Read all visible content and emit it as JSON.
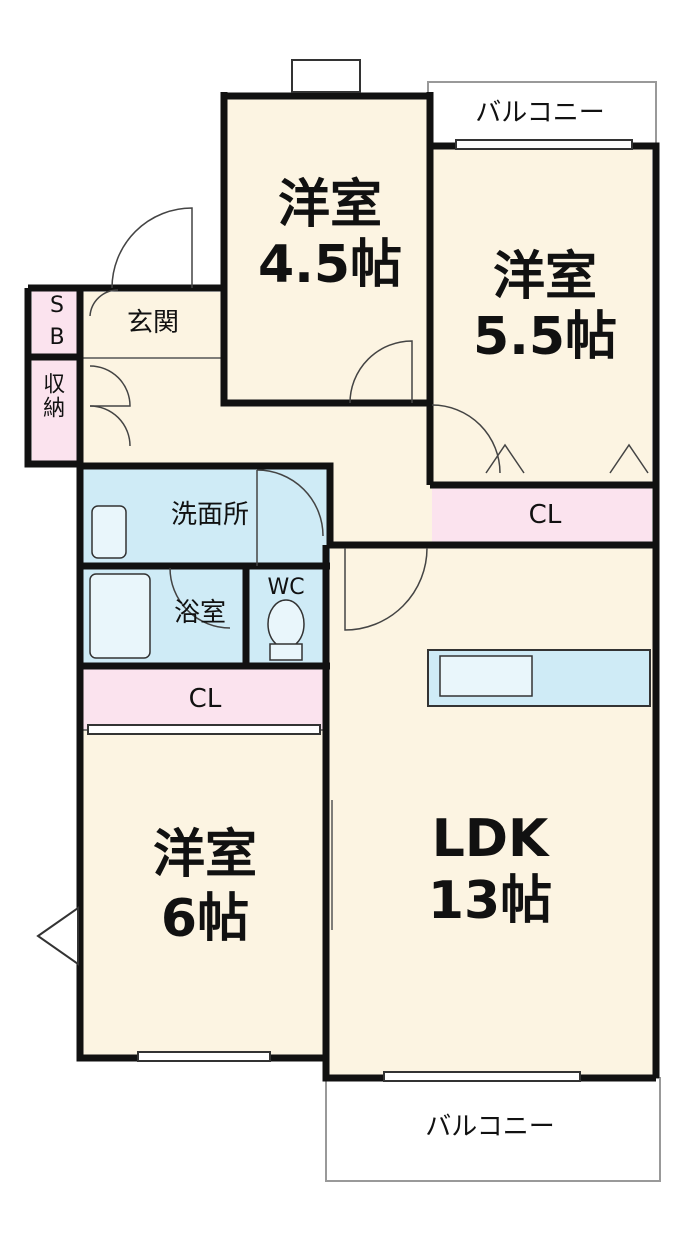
{
  "rooms": {
    "western_45": {
      "name": "洋室",
      "size": "4.5帖"
    },
    "western_55": {
      "name": "洋室",
      "size": "5.5帖"
    },
    "western_6": {
      "name": "洋室",
      "size": "6帖"
    },
    "ldk": {
      "name": "LDK",
      "size": "13帖"
    },
    "entrance": "玄関",
    "washroom": "洗面所",
    "bathroom": "浴室",
    "toilet": "WC",
    "closet_upper": "CL",
    "closet_lower": "CL",
    "shoe_box_s": "S",
    "shoe_box_b": "B",
    "storage": "収納",
    "balcony_top": "バルコニー",
    "balcony_bottom": "バルコニー"
  },
  "colors": {
    "room_floor": "#FCF4E2",
    "wet_area": "#CFEBF6",
    "closet": "#FBE3EE",
    "wall": "#111111"
  }
}
